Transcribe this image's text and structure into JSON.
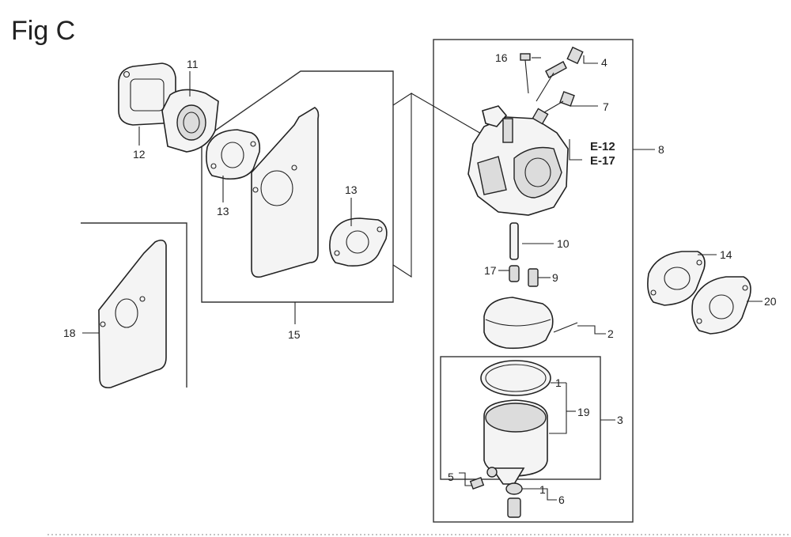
{
  "figure": {
    "title": "Fig C"
  },
  "callouts": {
    "c1a": "1",
    "c1b": "1",
    "c2": "2",
    "c3": "3",
    "c4": "4",
    "c5": "5",
    "c6": "6",
    "c7": "7",
    "c8": "8",
    "c9": "9",
    "c10": "10",
    "c11": "11",
    "c12": "12",
    "c13a": "13",
    "c13b": "13",
    "c14": "14",
    "c15": "15",
    "c16": "16",
    "c17": "17",
    "c18": "18",
    "c19": "19",
    "c20": "20"
  },
  "references": {
    "r1": "E-12",
    "r2": "E-17"
  }
}
